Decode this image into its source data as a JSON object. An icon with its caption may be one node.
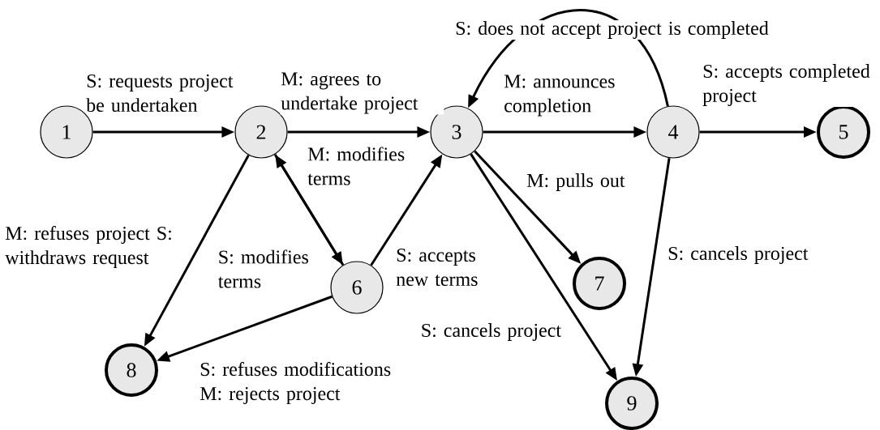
{
  "diagram": {
    "nodes": [
      {
        "text": [
          "1"
        ]
      },
      {
        "text": [
          "2"
        ]
      },
      {
        "text": [
          "3"
        ]
      },
      {
        "text": [
          "4"
        ]
      },
      {
        "text": [
          "5"
        ]
      },
      {
        "text": [
          "6"
        ]
      },
      {
        "text": [
          "7"
        ]
      },
      {
        "text": [
          "8"
        ]
      },
      {
        "text": [
          "9"
        ]
      }
    ],
    "edges": [
      {
        "from": 0,
        "to": 1,
        "arrow": "to",
        "label": "S: requests project be undertaken"
      },
      {
        "from": 1,
        "to": 2,
        "arrow": "to",
        "label": "M: agrees to undertake project"
      },
      {
        "from": 2,
        "to": 3,
        "arrow": "to",
        "label": "M: announces completion"
      },
      {
        "from": 3,
        "to": 2,
        "arrow": "to",
        "label": "S: does not accept project is completed"
      },
      {
        "from": 3,
        "to": 4,
        "arrow": "to",
        "label": "S: accepts completed project"
      },
      {
        "from": 1,
        "to": 5,
        "arrow": "to",
        "label": "M: modifies terms"
      },
      {
        "from": 5,
        "to": 1,
        "arrow": "to",
        "label": "S: modifies terms"
      },
      {
        "from": 5,
        "to": 2,
        "arrow": "to",
        "label": "S: accepts new terms"
      },
      {
        "from": 2,
        "to": 6,
        "arrow": "to",
        "label": "M: pulls out"
      },
      {
        "from": 2,
        "to": 8,
        "arrow": "to",
        "label": "S: cancels project"
      },
      {
        "from": 3,
        "to": 8,
        "arrow": "to",
        "label": "S: cancels project"
      },
      {
        "from": 1,
        "to": 7,
        "arrow": "to",
        "label": "M: refuses project S: withdraws request"
      },
      {
        "from": 5,
        "to": 7,
        "arrow": "to",
        "label": "S: refuses modifications M: rejects project"
      }
    ]
  }
}
